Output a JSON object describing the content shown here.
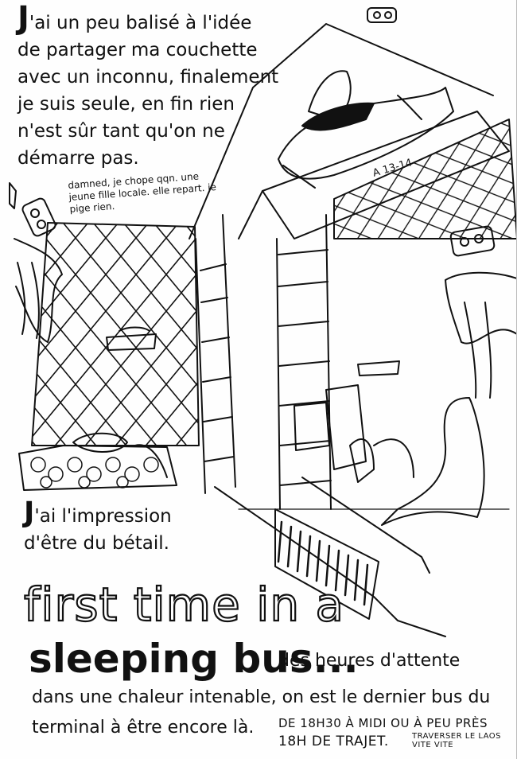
{
  "comic": {
    "intro_cap": "J",
    "intro_text": "'ai un peu balisé à l'idée de partager ma couchette avec un inconnu, finalement je suis seule, en fin rien n'est sûr tant qu'on ne démarre pas.",
    "aside_note": "damned, je chope qqn. une jeune fille locale. elle repart. je pige rien.",
    "bunk_number": "A 13-14",
    "betail_cap": "J",
    "betail_text": "'ai l'impression d'être du bétail.",
    "title_line1": "first time in a",
    "title_line2": "sleeping bus...",
    "caption_attente": "des heures d'attente",
    "caption_chaleur": "dans une chaleur intenable, on est le dernier bus du",
    "caption_terminal": "terminal à être encore là.",
    "schedule": "DE 18H30 À MIDI OU À PEU PRÈS",
    "trajet": "18H DE TRAJET.",
    "laos_note": "TRAVERSER LE LAOS VITE VITE"
  },
  "colors": {
    "ink": "#111111",
    "paper": "#fefefe"
  }
}
